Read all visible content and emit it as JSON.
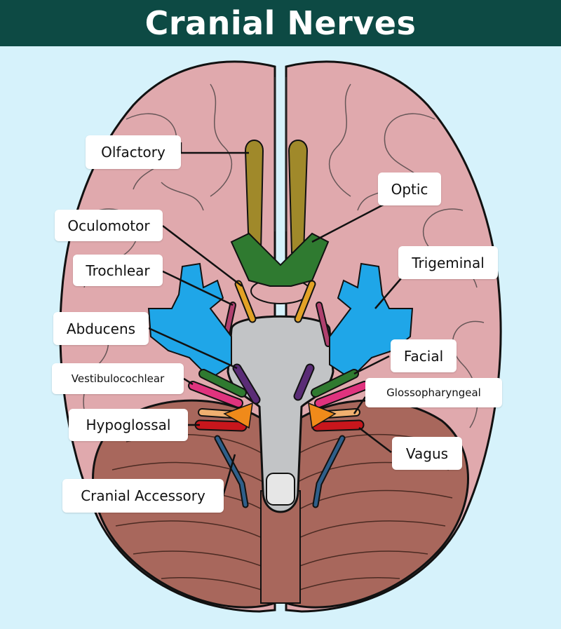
{
  "title": "Cranial Nerves",
  "colors": {
    "header_bg": "#0d4a44",
    "page_bg": "#d6f2fb",
    "cerebrum": "#e0a9ad",
    "cerebellum": "#a8675c",
    "brainstem": "#c2c4c6",
    "olfactory": "#a0892a",
    "optic": "#2f7a30",
    "oculomotor": "#e2a226",
    "trochlear": "#b0406e",
    "trigeminal": "#1fa6e8",
    "abducens": "#5a2c76",
    "facial": "#2f7a30",
    "vestibulocochlear": "#e0337e",
    "glossopharyngeal": "#f0b070",
    "vagus": "#c8161c",
    "accessory": "#2f5f8a",
    "hypoglossal": "#f08a1a"
  },
  "labels": {
    "olfactory": "Olfactory",
    "optic": "Optic",
    "oculomotor": "Oculomotor",
    "trochlear": "Trochlear",
    "trigeminal": "Trigeminal",
    "abducens": "Abducens",
    "facial": "Facial",
    "vestibulocochlear": "Vestibulocochlear",
    "glossopharyngeal": "Glossopharyngeal",
    "hypoglossal": "Hypoglossal",
    "vagus": "Vagus",
    "cranial_accessory": "Cranial Accessory"
  }
}
